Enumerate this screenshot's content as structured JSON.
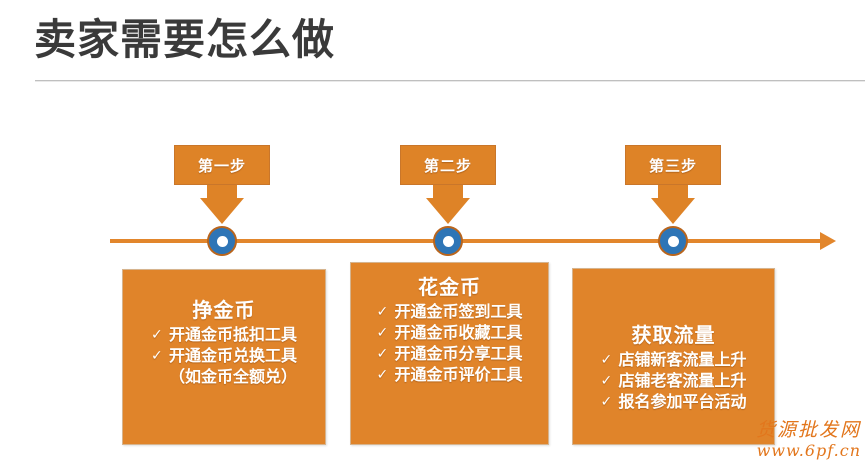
{
  "header": {
    "title": "卖家需要怎么做"
  },
  "timeline": {
    "arrow_icon": "arrow-right-icon",
    "line_color": "#e2862c",
    "node_color": "#2e75b6"
  },
  "steps": [
    {
      "badge_label": "第一步",
      "marker_icon": "timeline-node-icon",
      "card": {
        "title": "挣金币",
        "items": [
          {
            "check": "✓",
            "text": "开通金币抵扣工具"
          },
          {
            "check": "✓",
            "text": "开通金币兑换工具"
          },
          {
            "check": "",
            "text": "（如金币全额兑）"
          }
        ]
      }
    },
    {
      "badge_label": "第二步",
      "marker_icon": "timeline-node-icon",
      "card": {
        "title": "花金币",
        "items": [
          {
            "check": "✓",
            "text": "开通金币签到工具"
          },
          {
            "check": "✓",
            "text": "开通金币收藏工具"
          },
          {
            "check": "✓",
            "text": "开通金币分享工具"
          },
          {
            "check": "✓",
            "text": "开通金币评价工具"
          }
        ]
      }
    },
    {
      "badge_label": "第三步",
      "marker_icon": "timeline-node-icon",
      "card": {
        "title": "获取流量",
        "items": [
          {
            "check": "✓",
            "text": "店铺新客流量上升"
          },
          {
            "check": "✓",
            "text": "店铺老客流量上升"
          },
          {
            "check": "✓",
            "text": "报名参加平台活动"
          }
        ]
      }
    }
  ],
  "watermark": {
    "name": "货源批发网",
    "url": "www.6pf.cn"
  },
  "colors": {
    "accent_orange": "#e0842a",
    "badge_orange": "#de8327",
    "node_blue": "#2e75b6",
    "title_gray": "#3a3a3a"
  }
}
